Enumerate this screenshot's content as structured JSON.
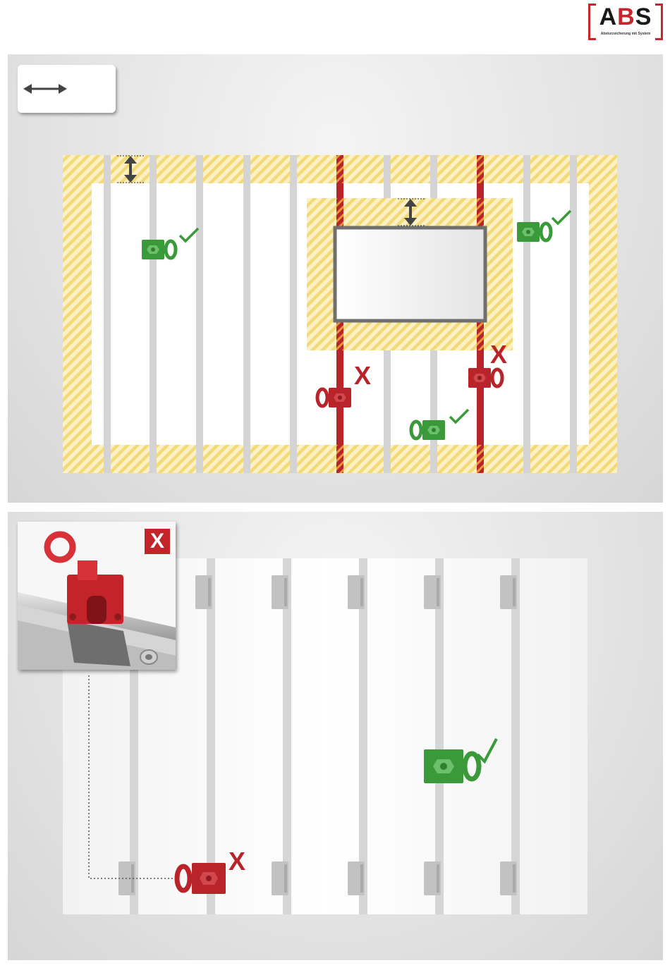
{
  "logo": {
    "brand": "ABS",
    "tagline": "Absturzsicherung mit System",
    "brand_red": "#c8262c"
  },
  "colors": {
    "ok_green": "#3a9a3a",
    "bad_red": "#b8242a",
    "hatch_yellow": "#f5e08a",
    "rail_grey": "#d4d4d4"
  },
  "icons": {
    "arrow": "double-arrow-horizontal-icon",
    "ok": "checkmark-icon",
    "bad": "x-mark-icon",
    "anchor": "roof-anchor-icon"
  },
  "panel1": {
    "marks": {
      "x1": "X",
      "x2": "X"
    }
  },
  "panel2": {
    "inset_badge": "X",
    "marks": {
      "x": "X"
    }
  }
}
